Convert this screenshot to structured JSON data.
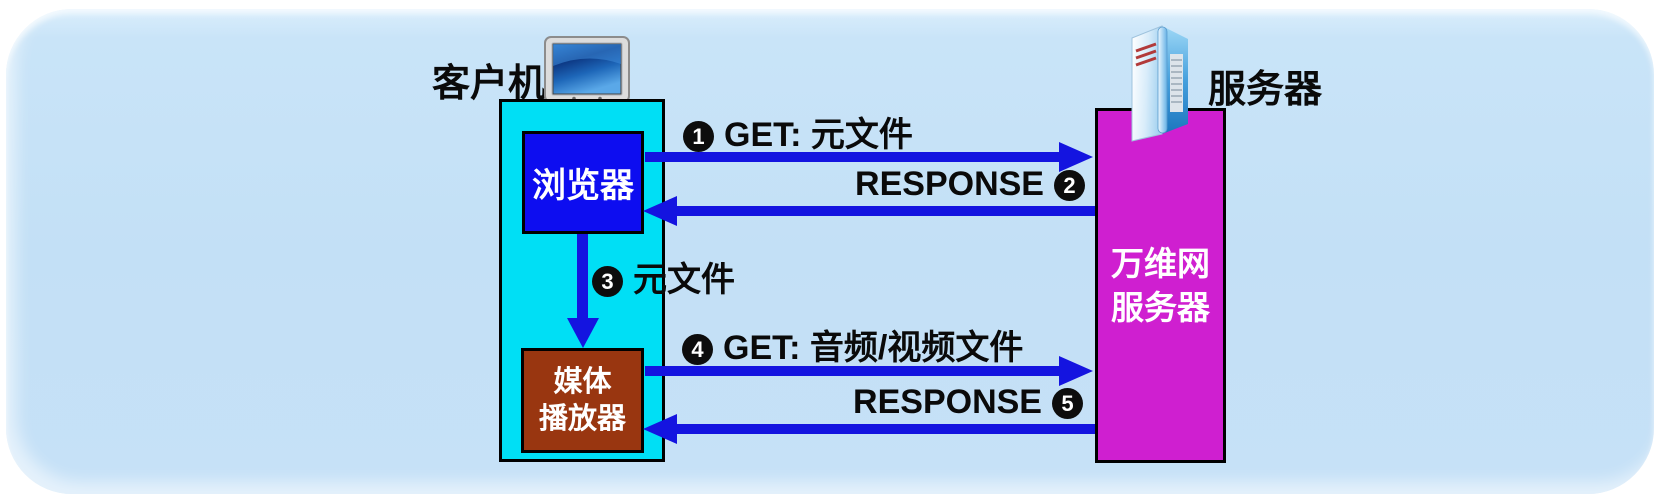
{
  "diagram": {
    "title_hint": "streaming media client-server interaction",
    "client": {
      "label": "客户机",
      "browser": "浏览器",
      "player_lines": [
        "媒体",
        "播放器"
      ]
    },
    "server": {
      "label": "服务器",
      "box_lines": [
        "万维网",
        "服务器"
      ]
    },
    "steps": [
      {
        "num": "1",
        "text": "GET: 元文件"
      },
      {
        "num": "2",
        "text": "RESPONSE"
      },
      {
        "num": "3",
        "text": "元文件"
      },
      {
        "num": "4",
        "text": "GET: 音频/视频文件"
      },
      {
        "num": "5",
        "text": "RESPONSE"
      }
    ],
    "colors": {
      "panel_background": "#c3e0f6",
      "client_host_box": "#00dff5",
      "browser_box": "#0d0df0",
      "media_player_box": "#993610",
      "web_server_box": "#cf1fd0",
      "arrow": "#1414e0",
      "box_border": "#000000",
      "label_text": "#0a0a0a",
      "box_text": "#ffffff"
    }
  }
}
